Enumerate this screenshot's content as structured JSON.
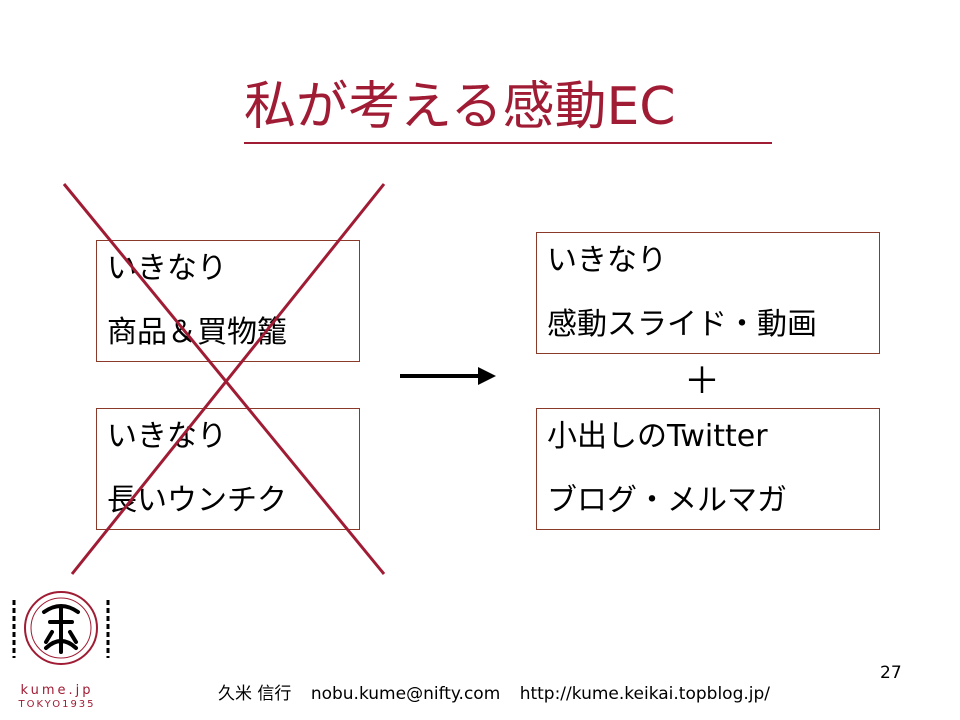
{
  "title": "私が考える感動EC",
  "left_boxes": [
    {
      "line1": "いきなり",
      "line2": "商品＆買物籠"
    },
    {
      "line1": "いきなり",
      "line2": "長いウンチク"
    }
  ],
  "right_boxes": [
    {
      "line1": "いきなり",
      "line2": "感動スライド・動画"
    },
    {
      "line1": "小出しのTwitter",
      "line2": "ブログ・メルマガ"
    }
  ],
  "plus": "＋",
  "page_number": "27",
  "footer": {
    "name": "久米 信行",
    "email": "nobu.kume@nifty.com",
    "url": "http://kume.keikai.topblog.jp/"
  },
  "logo": {
    "url_text": "kume.jp",
    "year_text": "TOKYO1935"
  },
  "colors": {
    "title": "#a01c34",
    "cross": "#a01c34",
    "box_border": "#8b3a2a"
  },
  "icons": {
    "arrow": "arrow-right-icon",
    "cross": "cross-out-icon",
    "logo": "kume-logo"
  }
}
